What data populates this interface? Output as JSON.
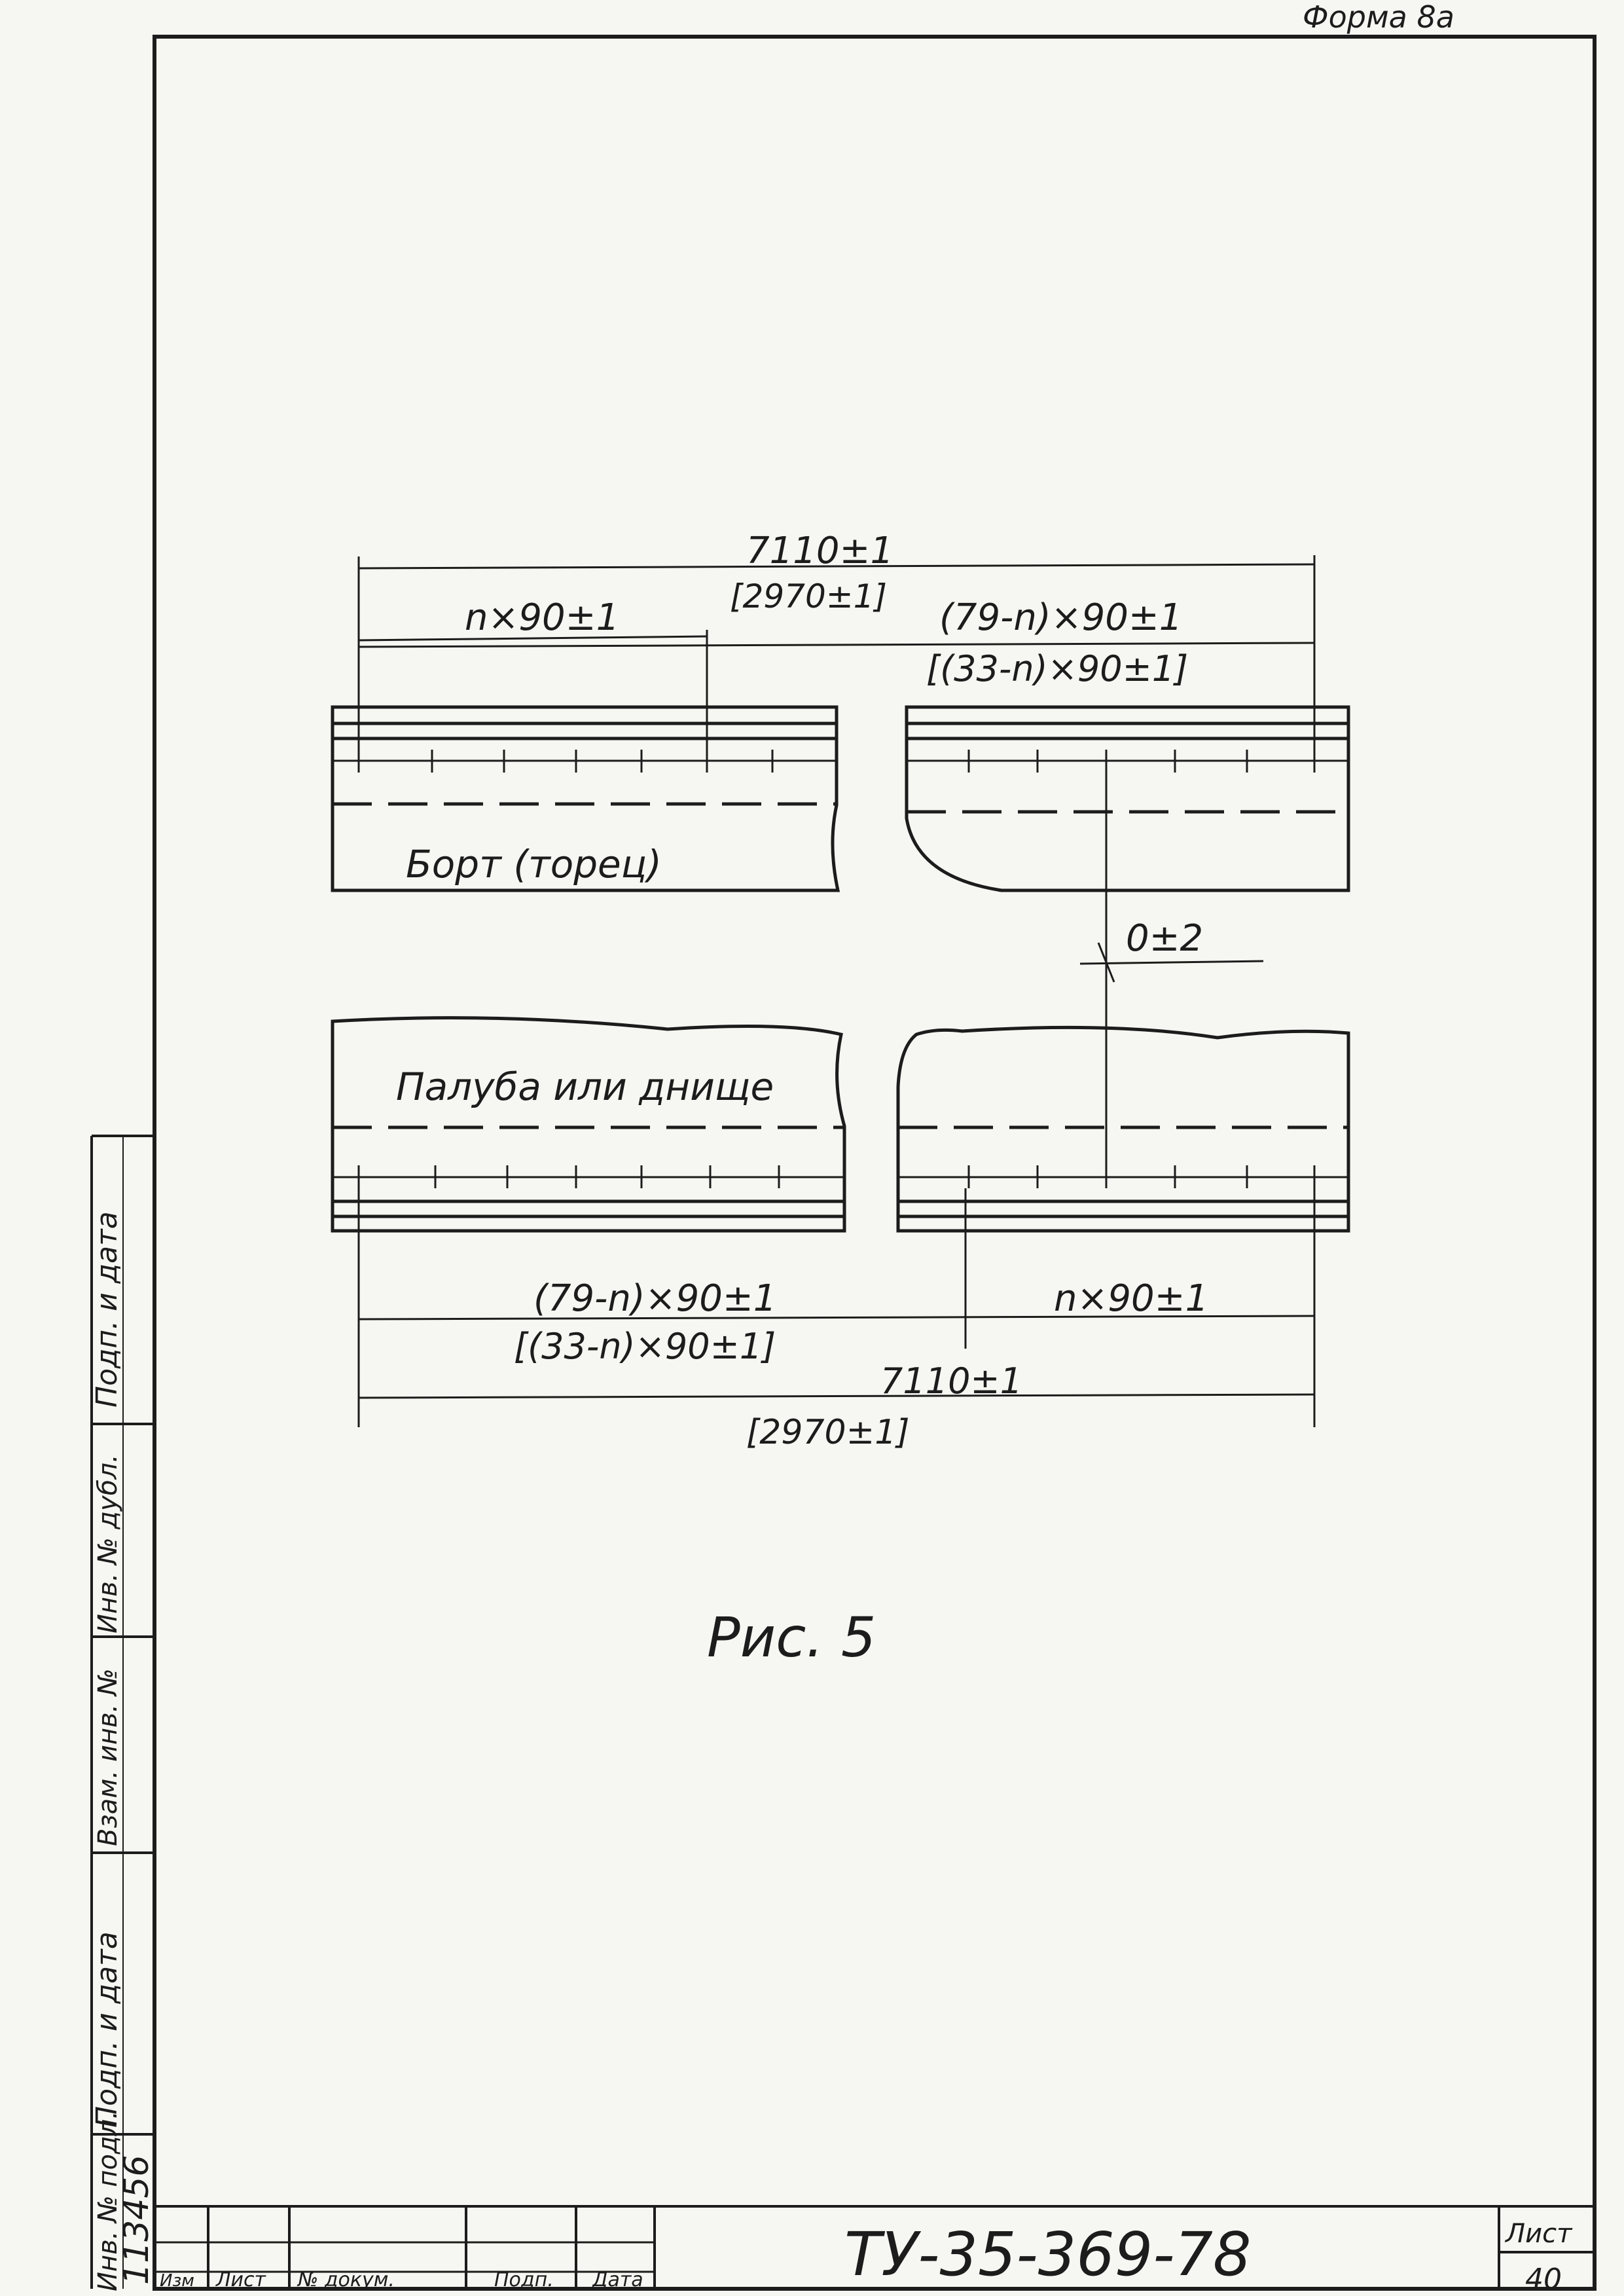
{
  "form_label": "Форма 8а",
  "figure": {
    "caption": "Рис. 5",
    "top": {
      "overall_dim": "7110±1",
      "overall_dim_alt": "[2970±1]",
      "left_dim": "n×90±1",
      "right_dim": "(79-n)×90±1",
      "right_dim_alt": "[(33-n)×90±1]",
      "left_label": "Борт (торец)"
    },
    "offset_dim": "0±2",
    "bottom": {
      "left_label": "Палуба или днище",
      "left_dim": "(79-n)×90±1",
      "left_dim_alt": "[(33-n)×90±1]",
      "right_dim": "n×90±1",
      "overall_dim": "7110±1",
      "overall_dim_alt": "[2970±1]"
    }
  },
  "side_stamp": {
    "labels": [
      "Подп. и дата",
      "Инв. № дубл.",
      "Взам. инв. №",
      "Подп. и дата",
      "Инв. № подл."
    ],
    "inventory_number": "113456"
  },
  "title_block": {
    "columns": [
      "Изм",
      "Лист",
      "№ докум.",
      "Подп.",
      "Дата"
    ],
    "document_code": "ТУ-35-369-78",
    "sheet_label": "Лист",
    "sheet_number": "40"
  }
}
